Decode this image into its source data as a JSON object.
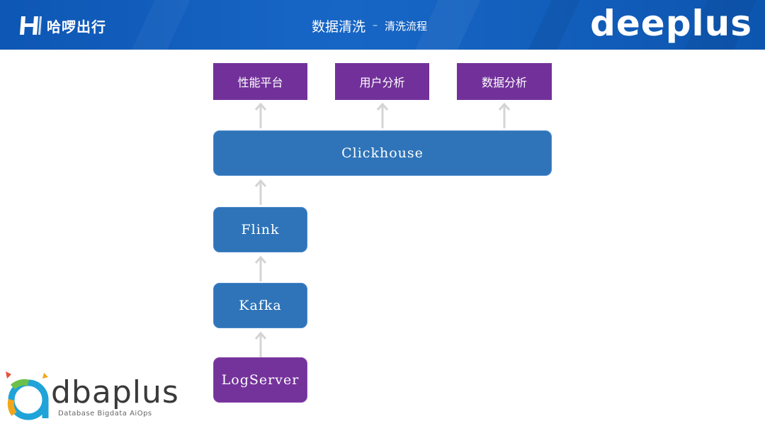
{
  "header": {
    "brand_left": "哈啰出行",
    "title_main": "数据清洗",
    "title_sep": "–",
    "title_sub": "清洗流程",
    "brand_right": "deeplus",
    "brand_color": "#1563c0"
  },
  "diagram": {
    "outputs": [
      "性能平台",
      "用户分析",
      "数据分析"
    ],
    "clickhouse": "Clickhouse",
    "flink": "Flink",
    "kafka": "Kafka",
    "logserver": "LogServer",
    "colors": {
      "blue": "#2f74b9",
      "purple": "#74329b",
      "arrow": "#d4d4d4"
    }
  },
  "footer_logo": {
    "name": "dbaplus",
    "tagline": "Database  Bigdata  AiOps"
  }
}
